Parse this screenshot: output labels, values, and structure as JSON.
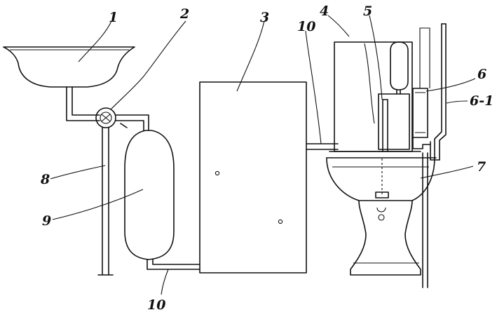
{
  "labels": {
    "l1": "1",
    "l2": "2",
    "l3": "3",
    "l4": "4",
    "l5": "5",
    "l6": "6",
    "l6_1": "6-1",
    "l7": "7",
    "l8": "8",
    "l9": "9",
    "l10_top": "10",
    "l10_bottom": "10"
  }
}
